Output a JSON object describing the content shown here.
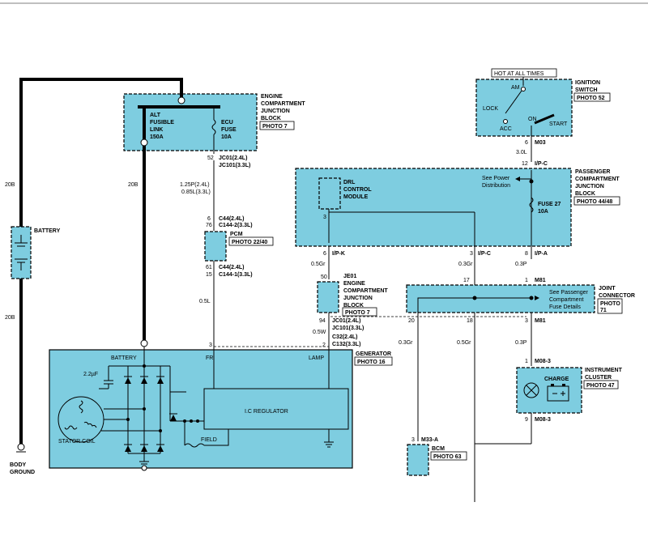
{
  "blocks": {
    "engine_jb": {
      "l1": "ENGINE",
      "l2": "COMPARTMENT",
      "l3": "JUNCTION",
      "l4": "BLOCK",
      "photo": "PHOTO 7"
    },
    "alt_link": {
      "l1": "ALT",
      "l2": "FUSIBLE",
      "l3": "LINK",
      "l4": "150A"
    },
    "ecu_fuse": {
      "l1": "ECU",
      "l2": "FUSE",
      "l3": "10A"
    },
    "battery": {
      "label": "BATTERY",
      "wire_top": "20B",
      "wire_bottom": "20B",
      "wire_mid": "20B"
    },
    "ground": {
      "l1": "BODY",
      "l2": "GROUND"
    },
    "pcm": {
      "label": "PCM",
      "photo": "PHOTO 22/40"
    },
    "hot": "HOT AT ALL TIMES",
    "ign": {
      "l1": "IGNITION",
      "l2": "SWITCH",
      "photo": "PHOTO 52",
      "am": "AM",
      "lock": "LOCK",
      "acc": "ACC",
      "on": "ON",
      "start": "START"
    },
    "passenger_jb": {
      "l1": "PASSENGER",
      "l2": "COMPARTMENT",
      "l3": "JUNCTION",
      "l4": "BLOCK",
      "photo": "PHOTO 44/48"
    },
    "drl": {
      "l1": "DRL",
      "l2": "CONTROL",
      "l3": "MODULE"
    },
    "see_power": {
      "l1": "See Power",
      "l2": "Distribution"
    },
    "fuse27": {
      "l1": "FUSE 27",
      "l2": "10A"
    },
    "je01": {
      "code": "JE01",
      "l1": "ENGINE",
      "l2": "COMPARTMENT",
      "l3": "JUNCTION",
      "l4": "BLOCK",
      "photo": "PHOTO 7"
    },
    "joint": {
      "l1": "JOINT",
      "l2": "CONNECTOR",
      "photo1": "PHOTO",
      "photo2": "71",
      "see1": "See Passenger",
      "see2": "Compartment",
      "see3": "Fuse Details"
    },
    "generator": {
      "label": "GENERATOR",
      "photo": "PHOTO 16",
      "battery": "BATTERY",
      "fr": "FR",
      "lamp": "LAMP",
      "cap": "2.2µF",
      "stator": "STATOR COIL",
      "field": "FIELD",
      "reg": "I.C REGULATOR"
    },
    "cluster": {
      "l1": "INSTRUMENT",
      "l2": "CLUSTER",
      "photo": "PHOTO 47",
      "charge": "CHARGE"
    },
    "bcm": {
      "label": "BCM",
      "photo": "PHOTO 63",
      "conn": "M33-A",
      "pin": "3"
    },
    "conns": {
      "jc01_a": "JC01(2.4L)",
      "jc101_a": "JC101(3.3L)",
      "pin52": "52",
      "wire_p": "1.25P(2.4L)",
      "wire_l": "0.85L(3.3L)",
      "c44_a": "C44(2.4L)",
      "c144_2": "C144-2(3.3L)",
      "pin6": "6",
      "pin76": "76",
      "c44_b": "C44(2.4L)",
      "c144_1": "C144-1(3.3L)",
      "pin61": "61",
      "pin15": "15",
      "wire05l": "0.5L",
      "pin3_fr": "3",
      "m03": "M03",
      "pin6_m03": "6",
      "wire30l": "3.0L",
      "pin12": "12",
      "ipc1": "I/P-C",
      "drl_pin3": "3",
      "pin6_ipk": "6",
      "ipk": "I/P-K",
      "pin3_ipc": "3",
      "ipc2": "I/P-C",
      "pin8": "8",
      "ipa": "I/P-A",
      "wire05gr_a": "0.5Gr",
      "wire03gr_a": "0.3Gr",
      "wire03p_a": "0.3P",
      "pin50": "50",
      "pin17": "17",
      "pin1_m81": "1",
      "m81_a": "M81",
      "pin94": "94",
      "jc01_b": "JC01(2.4L)",
      "jc101_b": "JC101(3.3L)",
      "wire05w": "0.5W",
      "c32": "C32(2.4L)",
      "c132": "C132(3.3L)",
      "pin2_lamp": "2",
      "pin20": "20",
      "pin18": "18",
      "pin3_m81": "3",
      "m81_b": "M81",
      "wire03gr_b": "0.3Gr",
      "wire05gr_b": "0.5Gr",
      "wire03p_b": "0.3P",
      "pin1_m083": "1",
      "m083_a": "M08-3",
      "pin9": "9",
      "m083_b": "M08-3"
    }
  }
}
